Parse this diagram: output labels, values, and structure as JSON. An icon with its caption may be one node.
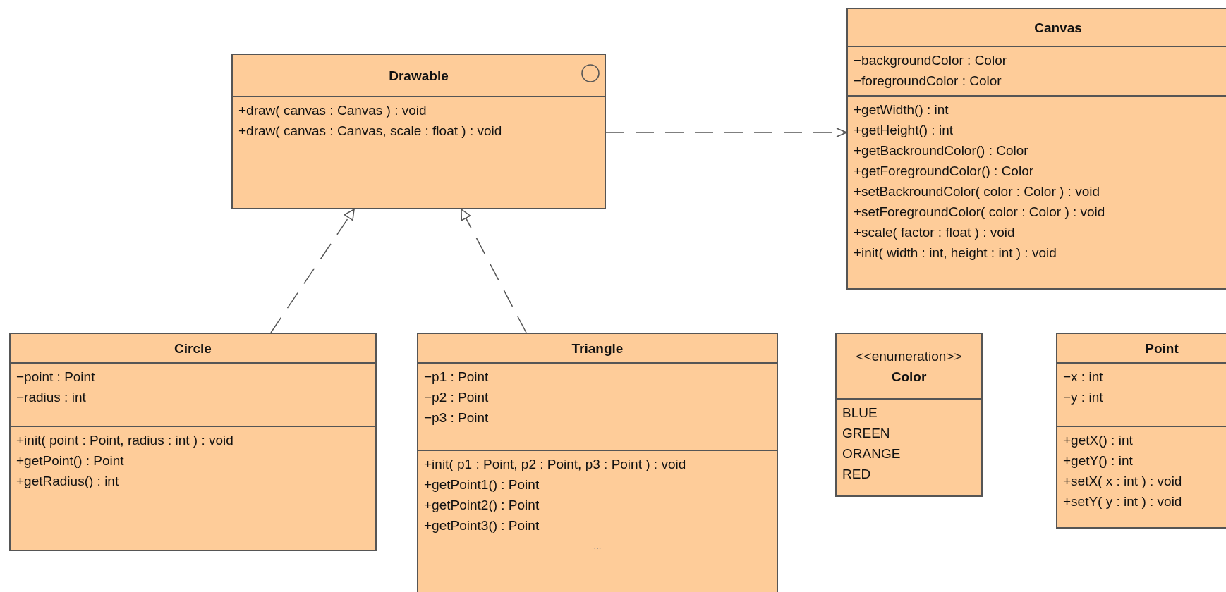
{
  "diagram": {
    "nodes": [
      {
        "text": [
          "Drawable",
          "+draw( canvas : Canvas ) : void",
          "+draw( canvas : Canvas, scale : float ) : void"
        ]
      },
      {
        "text": [
          "Canvas",
          "−backgroundColor : Color",
          "−foregroundColor : Color",
          "+getWidth() : int",
          "+getHeight() : int",
          "+getBackroundColor() : Color",
          "+getForegroundColor() : Color",
          "+setBackroundColor( color : Color ) : void",
          "+setForegroundColor( color : Color ) : void",
          "+scale( factor : float ) : void",
          "+init( width : int, height : int ) : void"
        ]
      },
      {
        "text": [
          "Circle",
          "−point : Point",
          "−radius : int",
          "+init( point : Point, radius : int ) : void",
          "+getPoint() : Point",
          "+getRadius() : int"
        ]
      },
      {
        "text": [
          "Triangle",
          "−p1 : Point",
          "−p2 : Point",
          "−p3 : Point",
          "+init( p1 : Point, p2 : Point, p3 : Point ) : void",
          "+getPoint1() : Point",
          "+getPoint2() : Point",
          "+getPoint3() : Point",
          "..."
        ]
      },
      {
        "text": [
          "<<enumeration>>",
          "Color",
          "BLUE",
          "GREEN",
          "ORANGE",
          "RED"
        ]
      },
      {
        "text": [
          "Point",
          "−x : int",
          "−y : int",
          "+getX() : int",
          "+getY() : int",
          "+setX( x : int ) : void",
          "+setY( y : int ) : void"
        ]
      }
    ],
    "edges": [
      {
        "from": 2,
        "to": 0,
        "arrow": "to",
        "style": "dashed"
      },
      {
        "from": 3,
        "to": 0,
        "arrow": "to",
        "style": "dashed"
      },
      {
        "from": 0,
        "to": 1,
        "arrow": "to",
        "style": "dashed"
      }
    ]
  }
}
